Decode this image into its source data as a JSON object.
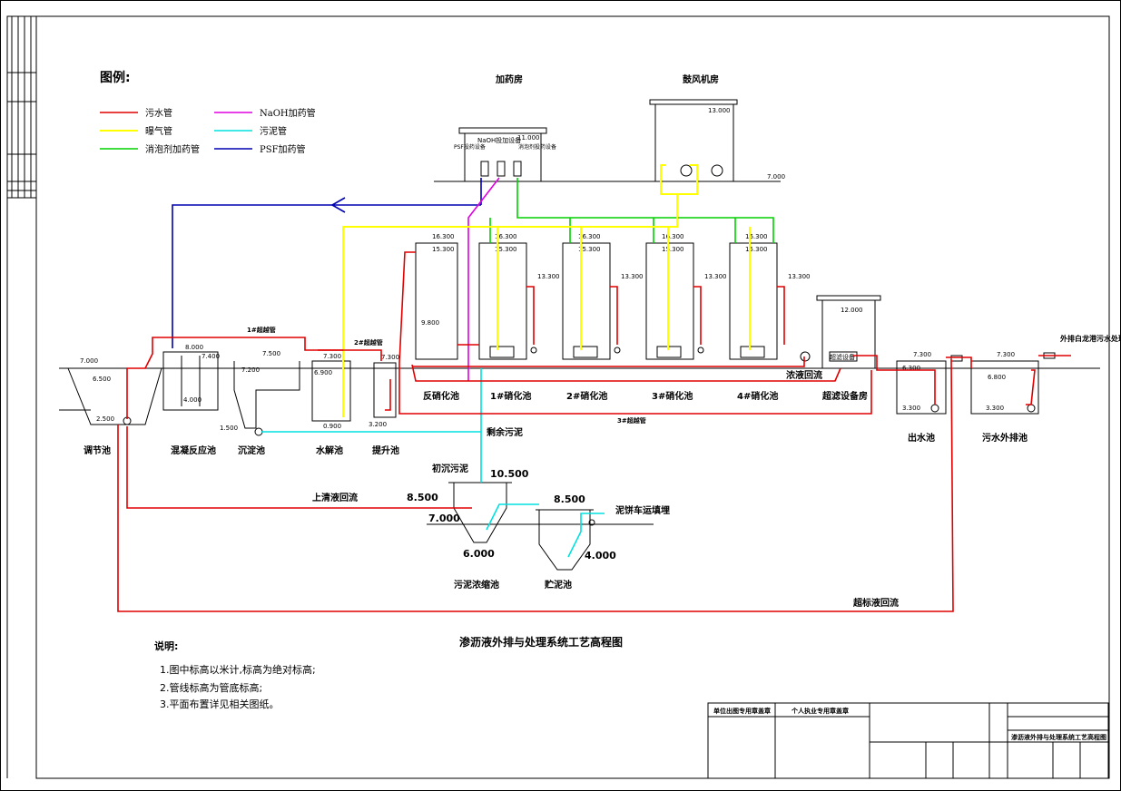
{
  "colors": {
    "sewage": "#e00000",
    "aeration": "#ffff00",
    "defoamer": "#00d000",
    "naoh": "#e000e0",
    "sludge": "#00e0e0",
    "psf": "#0000b0"
  },
  "legend": {
    "title": "图例:",
    "items": [
      {
        "label": "污水管",
        "color": "#e00000"
      },
      {
        "label": "曝气管",
        "color": "#ffff00"
      },
      {
        "label": "消泡剂加药管",
        "color": "#00d000"
      },
      {
        "label": "NaOH加药管",
        "color": "#e000e0"
      },
      {
        "label": "污泥管",
        "color": "#00e0e0"
      },
      {
        "label": "PSF加药管",
        "color": "#0000b0"
      }
    ]
  },
  "rooms": {
    "dosing": "加药房",
    "blower": "鼓风机房",
    "dosing_equipment": "NaOH投加设备",
    "psf_equipment": "PSF投药设备",
    "defoamer_equipment": "消泡剂投药设备"
  },
  "units": {
    "tiaojie": "调节池",
    "hunning": "混凝反应池",
    "chendian": "沉淀池",
    "shuijie": "水解池",
    "tisheng": "提升池",
    "fanxiao": "反硝化池",
    "xiao1": "1#硝化池",
    "xiao2": "2#硝化池",
    "xiao3": "3#硝化池",
    "xiao4": "4#硝化池",
    "chaolv": "超滤设备房",
    "chushui": "出水池",
    "waipai": "污水外排池",
    "nongsuo": "污泥浓缩池",
    "zhuni": "贮泥池",
    "chaolv_device": "超滤设备"
  },
  "flows": {
    "pipe1": "1#超越管",
    "pipe2": "2#超越管",
    "pipe3": "3#超越管",
    "concentrate_return": "浓液回流",
    "excess_sludge": "剩余污泥",
    "primary_sludge": "初沉污泥",
    "supernatant_return": "上清液回流",
    "cake_transport": "泥饼车运填埋",
    "overlimit_return": "超标液回流",
    "discharge": "外排白龙港污水处理厂"
  },
  "elevations": {
    "e7000_a": "7.000",
    "e6500": "6.500",
    "e2500": "2.500",
    "e8000": "8.000",
    "e7400": "7.400",
    "e4000": "4.000",
    "e7500": "7.500",
    "e7200": "7.200",
    "e1500": "1.500",
    "e7300_a": "7.300",
    "e6900": "6.900",
    "e0900": "0.900",
    "e3200": "3.200",
    "e16300": "16.300",
    "e15300": "15.300",
    "e13300": "13.300",
    "e9800": "9.800",
    "e12000": "12.000",
    "e13000": "13.000",
    "e7000_b": "7.000",
    "e11000": "11.000",
    "e6300": "6.300",
    "e3300": "3.300",
    "e6800": "6.800",
    "e10500": "10.500",
    "e8500": "8.500",
    "e7000_c": "7.000",
    "e6000": "6.000",
    "e4000_b": "4.000"
  },
  "title": "渗沥液外排与处理系统工艺高程图",
  "notes": {
    "heading": "说明:",
    "items": [
      "1.图中标高以米计,标高为绝对标高;",
      "2.管线标高为管底标高;",
      "3.平面布置详见相关图纸。"
    ]
  },
  "titleblock": {
    "unit_stamp": "单位出图专用章盖章",
    "personal_stamp": "个人执业专用章盖章",
    "drawing_name": "渗沥液外排与处理系统工艺高程图"
  }
}
